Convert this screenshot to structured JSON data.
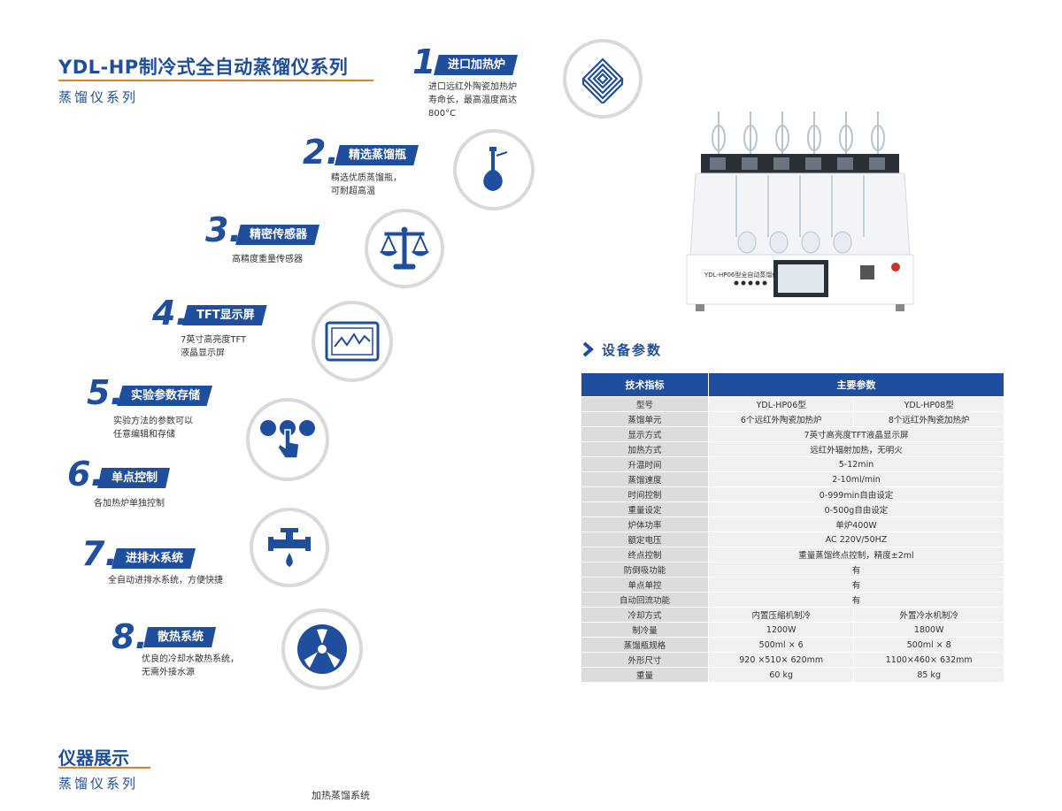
{
  "header": {
    "title": "YDL-HP制冷式全自动蒸馏仪系列",
    "subtitle": "蒸馏仪系列"
  },
  "features": [
    {
      "number": "1.",
      "title": "进口加热炉",
      "desc": [
        "进口远红外陶瓷加热炉",
        "寿命长，最高温度高达",
        "800°C"
      ],
      "icon": "spiral-heater-icon"
    },
    {
      "number": "2.",
      "title": "精选蒸馏瓶",
      "desc": [
        "精选优质蒸馏瓶，",
        "可耐超高温"
      ],
      "icon": "flask-icon"
    },
    {
      "number": "3.",
      "title": "精密传感器",
      "desc": [
        "高精度重量传感器"
      ],
      "icon": "balance-scale-icon"
    },
    {
      "number": "4.",
      "title": "TFT显示屏",
      "desc": [
        "7英寸高亮度TFT",
        "液晶显示屏"
      ],
      "icon": "monitor-graph-icon"
    },
    {
      "number": "5.",
      "title": "实验参数存储",
      "desc": [
        "实验方法的参数可以",
        "任意编辑和存储"
      ],
      "icon": "touch-buttons-icon"
    },
    {
      "number": "6.",
      "title": "单点控制",
      "desc": [
        "各加热炉单独控制"
      ],
      "icon": ""
    },
    {
      "number": "7.",
      "title": "进排水系统",
      "desc": [
        "全自动进排水系统，方便快捷"
      ],
      "icon": "water-valve-icon"
    },
    {
      "number": "8.",
      "title": "散热系统",
      "desc": [
        "优良的冷却水散热系统，",
        "无需外接水源"
      ],
      "icon": "fan-icon"
    }
  ],
  "product_image": {
    "device_label": "YDL-HP06型全自动蒸馏仪"
  },
  "specs": {
    "section_title": "设备参数",
    "header": {
      "col1": "技术指标",
      "col2": "主要参数"
    },
    "rows": [
      {
        "k": "型号",
        "a": "YDL-HP06型",
        "b": "YDL-HP08型"
      },
      {
        "k": "蒸馏单元",
        "a": "6个远红外陶瓷加热炉",
        "b": "8个远红外陶瓷加热炉"
      },
      {
        "k": "显示方式",
        "v": "7英寸高亮度TFT液晶显示屏"
      },
      {
        "k": "加热方式",
        "v": "远红外辐射加热，无明火"
      },
      {
        "k": "升温时间",
        "v": "5-12min"
      },
      {
        "k": "蒸馏速度",
        "v": "2-10ml/min"
      },
      {
        "k": "时间控制",
        "v": "0-999min自由设定"
      },
      {
        "k": "重量设定",
        "v": "0-500g自由设定"
      },
      {
        "k": "炉体功率",
        "v": "单炉400W"
      },
      {
        "k": "额定电压",
        "v": "AC 220V/50HZ"
      },
      {
        "k": "终点控制",
        "v": "重量蒸馏终点控制，精度±2ml"
      },
      {
        "k": "防倒吸功能",
        "v": "有"
      },
      {
        "k": "单点单控",
        "v": "有"
      },
      {
        "k": "自动回流功能",
        "v": "有"
      },
      {
        "k": "冷却方式",
        "a": "内置压缩机制冷",
        "b": "外置冷水机制冷"
      },
      {
        "k": "制冷量",
        "a": "1200W",
        "b": "1800W"
      },
      {
        "k": "蒸馏瓶规格",
        "a": "500ml × 6",
        "b": "500ml × 8"
      },
      {
        "k": "外形尺寸",
        "a": "920 ×510× 620mm",
        "b": "1100×460× 632mm"
      },
      {
        "k": "重量",
        "a": "60 kg",
        "b": "85 kg"
      }
    ]
  },
  "display_section": {
    "title": "仪器展示",
    "subtitle": "蒸馏仪系列",
    "caption": "加热蒸馏系统"
  },
  "colors": {
    "primary": "#1f4e9c",
    "accent": "#e37d2a",
    "circle_border": "#d9d9d9"
  }
}
